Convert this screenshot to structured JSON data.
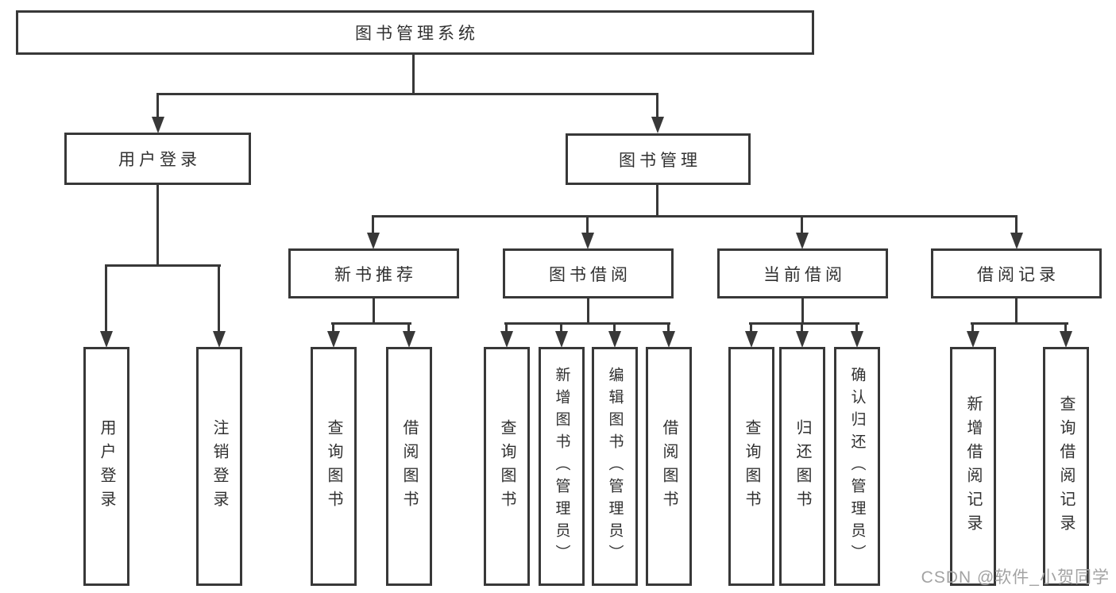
{
  "root": {
    "label": "图书管理系统"
  },
  "user_login": {
    "label": "用户登录",
    "children": [
      {
        "label": "用户登录"
      },
      {
        "label": "注销登录"
      }
    ]
  },
  "book_mgmt": {
    "label": "图书管理",
    "children": [
      {
        "label": "新书推荐",
        "children": [
          {
            "label": "查询图书"
          },
          {
            "label": "借阅图书"
          }
        ]
      },
      {
        "label": "图书借阅",
        "children": [
          {
            "label": "查询图书"
          },
          {
            "label": "新增图书（管理员）"
          },
          {
            "label": "编辑图书（管理员）"
          },
          {
            "label": "借阅图书"
          }
        ]
      },
      {
        "label": "当前借阅",
        "children": [
          {
            "label": "查询图书"
          },
          {
            "label": "归还图书"
          },
          {
            "label": "确认归还（管理员）"
          }
        ]
      },
      {
        "label": "借阅记录",
        "children": [
          {
            "label": "新增借阅记录"
          },
          {
            "label": "查询借阅记录"
          }
        ]
      }
    ]
  },
  "watermark": {
    "text": "CSDN @软件_小贺同学"
  },
  "colors": {
    "line": "#383838",
    "text": "#303030",
    "watermark": "#a3a3a3",
    "background": "#ffffff"
  }
}
